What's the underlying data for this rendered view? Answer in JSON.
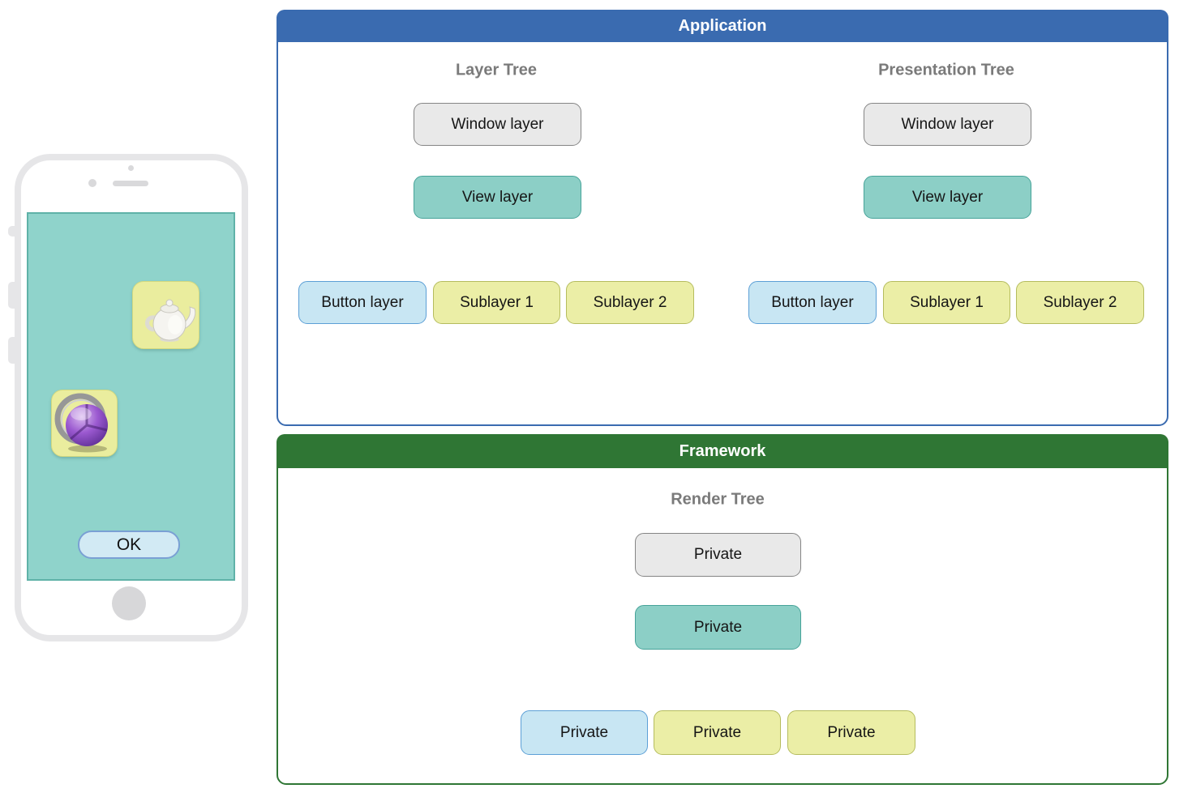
{
  "phone": {
    "ok_label": "OK",
    "icons": [
      "teapot-icon",
      "purple-sphere-icon"
    ]
  },
  "application": {
    "title": "Application",
    "layer_tree": {
      "title": "Layer Tree",
      "window": "Window layer",
      "view": "View layer",
      "children": [
        "Button layer",
        "Sublayer 1",
        "Sublayer 2"
      ]
    },
    "presentation_tree": {
      "title": "Presentation Tree",
      "window": "Window layer",
      "view": "View layer",
      "children": [
        "Button layer",
        "Sublayer 1",
        "Sublayer 2"
      ]
    }
  },
  "framework": {
    "title": "Framework",
    "render_tree": {
      "title": "Render Tree",
      "root": "Private",
      "middle": "Private",
      "children": [
        "Private",
        "Private",
        "Private"
      ]
    }
  },
  "colors": {
    "application_header": "#3a6bb0",
    "framework_header": "#2f7634",
    "node_gray": "#e9e9e9",
    "node_teal": "#8ccfc6",
    "node_yellow": "#ebeea6",
    "node_light_blue": "#c8e6f3",
    "phone_screen_teal": "#8fd3cb",
    "connector_gray": "#6f6f6f"
  }
}
